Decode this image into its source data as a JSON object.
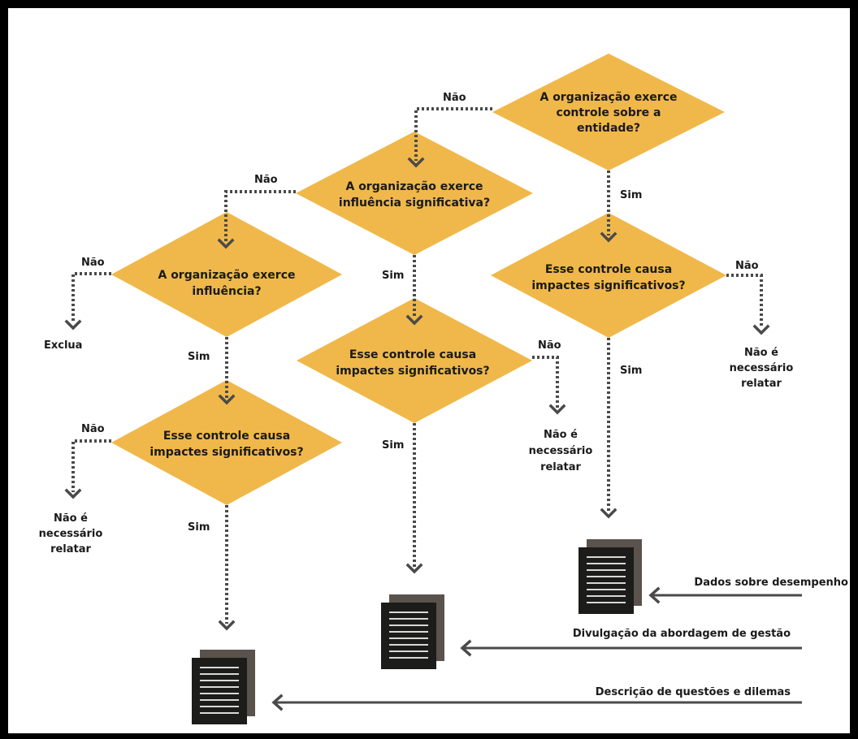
{
  "colors": {
    "diamond": "#f0b84a",
    "doc_front": "#1c1c1a",
    "doc_back": "#5a524c",
    "line": "#4a4a4a"
  },
  "decisions": {
    "control": [
      "A organização exerce",
      "controle sobre a",
      "entidade?"
    ],
    "significant_influence": [
      "A organização exerce",
      "influência significativa?"
    ],
    "influence": [
      "A organização exerce",
      "influência?"
    ],
    "impact_control": [
      "Esse controle causa",
      "impactes significativos?"
    ],
    "impact_significant": [
      "Esse controle causa",
      "impactes significativos?"
    ],
    "impact_influence": [
      "Esse controle causa",
      "impactes significativos?"
    ]
  },
  "labels": {
    "yes": "Sim",
    "no": "Não",
    "exclude": "Exclua",
    "not_required": [
      "Não é",
      "necessário",
      "relatar"
    ]
  },
  "inputs": {
    "performance_data": "Dados sobre desempenho",
    "management_approach": "Divulgação da abordagem de gestão",
    "issues_dilemmas": "Descrição de questões e dilemas"
  },
  "icons": [
    "document-icon",
    "document-icon",
    "document-icon"
  ]
}
